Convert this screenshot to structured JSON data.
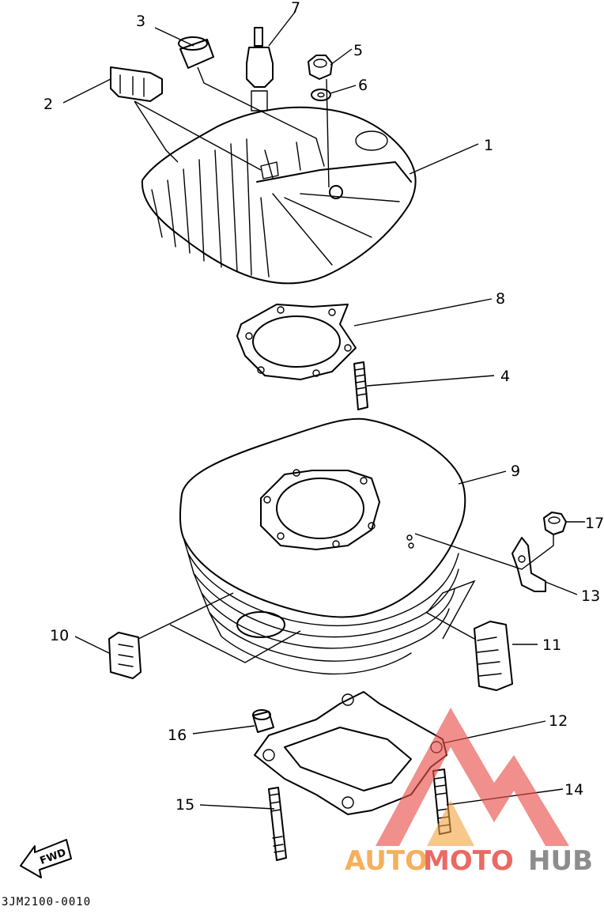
{
  "diagram": {
    "part_number": "3JM2100-0010",
    "direction_label": "FWD",
    "callouts": [
      "1",
      "2",
      "3",
      "4",
      "5",
      "6",
      "7",
      "8",
      "9",
      "10",
      "11",
      "12",
      "13",
      "14",
      "15",
      "16",
      "17"
    ]
  },
  "watermark": {
    "text_a": "AUTO",
    "text_b": "MOTO",
    "text_c": "HUB",
    "color_red": "#e8504a",
    "color_orange": "#f4a340",
    "color_gray": "#7a7a7a"
  }
}
